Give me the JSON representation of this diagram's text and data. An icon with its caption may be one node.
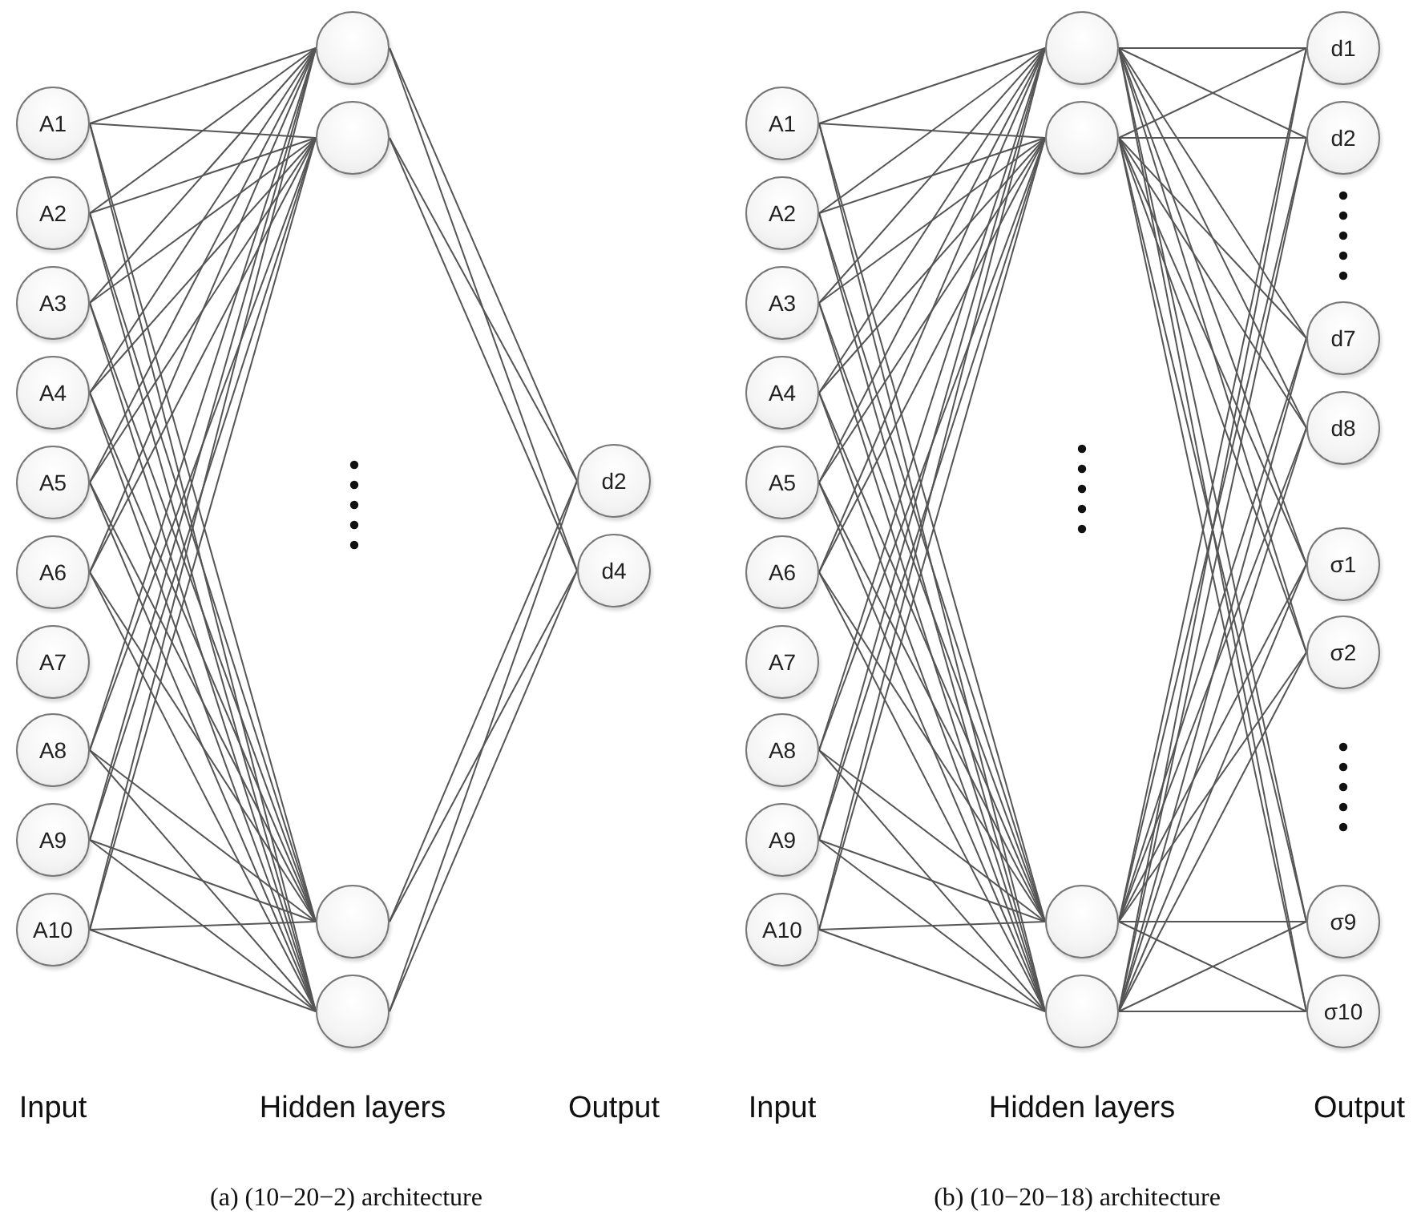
{
  "diagram": {
    "nodes": [
      {
        "text": [
          "A1"
        ]
      },
      {
        "text": [
          "A2"
        ]
      },
      {
        "text": [
          "A3"
        ]
      },
      {
        "text": [
          "A4"
        ]
      },
      {
        "text": [
          "A5"
        ]
      },
      {
        "text": [
          "A6"
        ]
      },
      {
        "text": [
          "A7"
        ]
      },
      {
        "text": [
          "A8"
        ]
      },
      {
        "text": [
          "A9"
        ]
      },
      {
        "text": [
          "A10"
        ]
      },
      {
        "text": [],
        "shape": "circle"
      },
      {
        "text": [],
        "shape": "circle"
      },
      {
        "text": [],
        "shape": "circle"
      },
      {
        "text": [],
        "shape": "circle"
      },
      {
        "text": [
          "d2"
        ]
      },
      {
        "text": [
          "d4"
        ]
      },
      {
        "text": [
          "A1"
        ]
      },
      {
        "text": [
          "A2"
        ]
      },
      {
        "text": [
          "A3"
        ]
      },
      {
        "text": [
          "A4"
        ]
      },
      {
        "text": [
          "A5"
        ]
      },
      {
        "text": [
          "A6"
        ]
      },
      {
        "text": [
          "A7"
        ]
      },
      {
        "text": [
          "A8"
        ]
      },
      {
        "text": [
          "A9"
        ]
      },
      {
        "text": [
          "A10"
        ]
      },
      {
        "text": [],
        "shape": "circle"
      },
      {
        "text": [],
        "shape": "circle"
      },
      {
        "text": [],
        "shape": "circle"
      },
      {
        "text": [],
        "shape": "circle"
      },
      {
        "text": [
          "d1"
        ]
      },
      {
        "text": [
          "d2"
        ]
      },
      {
        "text": [
          "d7"
        ]
      },
      {
        "text": [
          "d8"
        ]
      },
      {
        "text": [
          "σ1"
        ]
      },
      {
        "text": [
          "σ2"
        ]
      },
      {
        "text": [
          "σ9"
        ]
      },
      {
        "text": [
          "σ10"
        ]
      }
    ],
    "edges": [
      {
        "from": 0,
        "to": 10,
        "arrow": "none"
      },
      {
        "from": 0,
        "to": 11,
        "arrow": "none"
      },
      {
        "from": 0,
        "to": 12,
        "arrow": "none"
      },
      {
        "from": 0,
        "to": 13,
        "arrow": "none"
      },
      {
        "from": 1,
        "to": 10,
        "arrow": "none"
      },
      {
        "from": 1,
        "to": 11,
        "arrow": "none"
      },
      {
        "from": 1,
        "to": 12,
        "arrow": "none"
      },
      {
        "from": 1,
        "to": 13,
        "arrow": "none"
      },
      {
        "from": 2,
        "to": 10,
        "arrow": "none"
      },
      {
        "from": 2,
        "to": 11,
        "arrow": "none"
      },
      {
        "from": 2,
        "to": 12,
        "arrow": "none"
      },
      {
        "from": 2,
        "to": 13,
        "arrow": "none"
      },
      {
        "from": 3,
        "to": 10,
        "arrow": "none"
      },
      {
        "from": 3,
        "to": 11,
        "arrow": "none"
      },
      {
        "from": 3,
        "to": 12,
        "arrow": "none"
      },
      {
        "from": 3,
        "to": 13,
        "arrow": "none"
      },
      {
        "from": 4,
        "to": 10,
        "arrow": "none"
      },
      {
        "from": 4,
        "to": 11,
        "arrow": "none"
      },
      {
        "from": 4,
        "to": 12,
        "arrow": "none"
      },
      {
        "from": 4,
        "to": 13,
        "arrow": "none"
      },
      {
        "from": 5,
        "to": 10,
        "arrow": "none"
      },
      {
        "from": 5,
        "to": 11,
        "arrow": "none"
      },
      {
        "from": 5,
        "to": 12,
        "arrow": "none"
      },
      {
        "from": 5,
        "to": 13,
        "arrow": "none"
      },
      {
        "from": 7,
        "to": 10,
        "arrow": "none"
      },
      {
        "from": 7,
        "to": 11,
        "arrow": "none"
      },
      {
        "from": 7,
        "to": 12,
        "arrow": "none"
      },
      {
        "from": 7,
        "to": 13,
        "arrow": "none"
      },
      {
        "from": 8,
        "to": 10,
        "arrow": "none"
      },
      {
        "from": 8,
        "to": 11,
        "arrow": "none"
      },
      {
        "from": 8,
        "to": 12,
        "arrow": "none"
      },
      {
        "from": 8,
        "to": 13,
        "arrow": "none"
      },
      {
        "from": 9,
        "to": 10,
        "arrow": "none"
      },
      {
        "from": 9,
        "to": 11,
        "arrow": "none"
      },
      {
        "from": 9,
        "to": 12,
        "arrow": "none"
      },
      {
        "from": 9,
        "to": 13,
        "arrow": "none"
      },
      {
        "from": 10,
        "to": 14,
        "arrow": "none"
      },
      {
        "from": 10,
        "to": 15,
        "arrow": "none"
      },
      {
        "from": 11,
        "to": 14,
        "arrow": "none"
      },
      {
        "from": 11,
        "to": 15,
        "arrow": "none"
      },
      {
        "from": 12,
        "to": 14,
        "arrow": "none"
      },
      {
        "from": 12,
        "to": 15,
        "arrow": "none"
      },
      {
        "from": 13,
        "to": 14,
        "arrow": "none"
      },
      {
        "from": 13,
        "to": 15,
        "arrow": "none"
      },
      {
        "from": 16,
        "to": 26,
        "arrow": "none"
      },
      {
        "from": 16,
        "to": 27,
        "arrow": "none"
      },
      {
        "from": 16,
        "to": 28,
        "arrow": "none"
      },
      {
        "from": 16,
        "to": 29,
        "arrow": "none"
      },
      {
        "from": 17,
        "to": 26,
        "arrow": "none"
      },
      {
        "from": 17,
        "to": 27,
        "arrow": "none"
      },
      {
        "from": 17,
        "to": 28,
        "arrow": "none"
      },
      {
        "from": 17,
        "to": 29,
        "arrow": "none"
      },
      {
        "from": 18,
        "to": 26,
        "arrow": "none"
      },
      {
        "from": 18,
        "to": 27,
        "arrow": "none"
      },
      {
        "from": 18,
        "to": 28,
        "arrow": "none"
      },
      {
        "from": 18,
        "to": 29,
        "arrow": "none"
      },
      {
        "from": 19,
        "to": 26,
        "arrow": "none"
      },
      {
        "from": 19,
        "to": 27,
        "arrow": "none"
      },
      {
        "from": 19,
        "to": 28,
        "arrow": "none"
      },
      {
        "from": 19,
        "to": 29,
        "arrow": "none"
      },
      {
        "from": 20,
        "to": 26,
        "arrow": "none"
      },
      {
        "from": 20,
        "to": 27,
        "arrow": "none"
      },
      {
        "from": 20,
        "to": 28,
        "arrow": "none"
      },
      {
        "from": 20,
        "to": 29,
        "arrow": "none"
      },
      {
        "from": 21,
        "to": 26,
        "arrow": "none"
      },
      {
        "from": 21,
        "to": 27,
        "arrow": "none"
      },
      {
        "from": 21,
        "to": 28,
        "arrow": "none"
      },
      {
        "from": 21,
        "to": 29,
        "arrow": "none"
      },
      {
        "from": 23,
        "to": 26,
        "arrow": "none"
      },
      {
        "from": 23,
        "to": 27,
        "arrow": "none"
      },
      {
        "from": 23,
        "to": 28,
        "arrow": "none"
      },
      {
        "from": 23,
        "to": 29,
        "arrow": "none"
      },
      {
        "from": 24,
        "to": 26,
        "arrow": "none"
      },
      {
        "from": 24,
        "to": 27,
        "arrow": "none"
      },
      {
        "from": 24,
        "to": 28,
        "arrow": "none"
      },
      {
        "from": 24,
        "to": 29,
        "arrow": "none"
      },
      {
        "from": 25,
        "to": 26,
        "arrow": "none"
      },
      {
        "from": 25,
        "to": 27,
        "arrow": "none"
      },
      {
        "from": 25,
        "to": 28,
        "arrow": "none"
      },
      {
        "from": 25,
        "to": 29,
        "arrow": "none"
      },
      {
        "from": 26,
        "to": 30,
        "arrow": "none"
      },
      {
        "from": 26,
        "to": 31,
        "arrow": "none"
      },
      {
        "from": 26,
        "to": 32,
        "arrow": "none"
      },
      {
        "from": 26,
        "to": 33,
        "arrow": "none"
      },
      {
        "from": 26,
        "to": 34,
        "arrow": "none"
      },
      {
        "from": 26,
        "to": 35,
        "arrow": "none"
      },
      {
        "from": 26,
        "to": 36,
        "arrow": "none"
      },
      {
        "from": 26,
        "to": 37,
        "arrow": "none"
      },
      {
        "from": 27,
        "to": 30,
        "arrow": "none"
      },
      {
        "from": 27,
        "to": 31,
        "arrow": "none"
      },
      {
        "from": 27,
        "to": 32,
        "arrow": "none"
      },
      {
        "from": 27,
        "to": 33,
        "arrow": "none"
      },
      {
        "from": 27,
        "to": 34,
        "arrow": "none"
      },
      {
        "from": 27,
        "to": 35,
        "arrow": "none"
      },
      {
        "from": 27,
        "to": 36,
        "arrow": "none"
      },
      {
        "from": 27,
        "to": 37,
        "arrow": "none"
      },
      {
        "from": 28,
        "to": 30,
        "arrow": "none"
      },
      {
        "from": 28,
        "to": 31,
        "arrow": "none"
      },
      {
        "from": 28,
        "to": 32,
        "arrow": "none"
      },
      {
        "from": 28,
        "to": 33,
        "arrow": "none"
      },
      {
        "from": 28,
        "to": 34,
        "arrow": "none"
      },
      {
        "from": 28,
        "to": 35,
        "arrow": "none"
      },
      {
        "from": 28,
        "to": 36,
        "arrow": "none"
      },
      {
        "from": 28,
        "to": 37,
        "arrow": "none"
      },
      {
        "from": 29,
        "to": 30,
        "arrow": "none"
      },
      {
        "from": 29,
        "to": 31,
        "arrow": "none"
      },
      {
        "from": 29,
        "to": 32,
        "arrow": "none"
      },
      {
        "from": 29,
        "to": 33,
        "arrow": "none"
      },
      {
        "from": 29,
        "to": 34,
        "arrow": "none"
      },
      {
        "from": 29,
        "to": 35,
        "arrow": "none"
      },
      {
        "from": 29,
        "to": 36,
        "arrow": "none"
      },
      {
        "from": 29,
        "to": 37,
        "arrow": "none"
      }
    ],
    "labels": [
      "Input",
      "Hidden layers",
      "Output",
      "Input",
      "Hidden layers",
      "Output",
      "(a) (10−20−2) architecture",
      "(b) (10−20−18) architecture"
    ]
  }
}
